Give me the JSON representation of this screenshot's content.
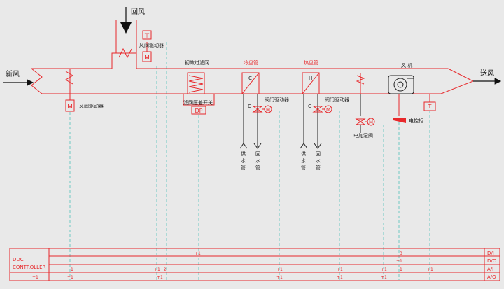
{
  "labels": {
    "return_air": "回风",
    "return_damper_actuator": "风阀驱动器",
    "fresh_air": "新风",
    "fresh_damper_actuator": "风阀驱动器",
    "filter": "初效过滤网",
    "filter_dp_switch": "滤网压差开关",
    "dp": "DP",
    "cooling_coil": "冷盘管",
    "heating_coil": "热盘管",
    "valve_actuator_1": "阀门驱动器",
    "valve_actuator_2": "阀门驱动器",
    "supply_water_1": [
      "供",
      "水",
      "管"
    ],
    "return_water_1": [
      "回",
      "水",
      "管"
    ],
    "supply_water_2": [
      "供",
      "水",
      "管"
    ],
    "return_water_2": [
      "回",
      "水",
      "管"
    ],
    "humidifier_valve": "电加湿阀",
    "fan": "风 机",
    "supply_air": "送风",
    "cabinet": "电控柜",
    "m": "M",
    "c": "C",
    "h": "H",
    "t": "T"
  },
  "controller": {
    "name_line1": "DDC",
    "name_line2": "CONTROLLER",
    "rows": [
      "D/I",
      "D/O",
      "A/I",
      "A/O"
    ],
    "points": {
      "di_1": "+1",
      "di_2": "+3",
      "do_1": "+1",
      "ai_1": "+1",
      "ai_2": "+1+2",
      "ai_3": "+1",
      "ai_4": "+1",
      "ai_5": "+1",
      "ai_6": "+1",
      "ai_7": "+1",
      "ao_1": "+1",
      "ao_2": "+1",
      "ao_3": "+1",
      "ao_4": "+1",
      "ao_5": "+1",
      "ao_6": "+1"
    }
  },
  "colors": {
    "equipment": "#e8282b",
    "signal": "#6fc9c2",
    "line": "#222222",
    "background": "#e9e9e9"
  }
}
